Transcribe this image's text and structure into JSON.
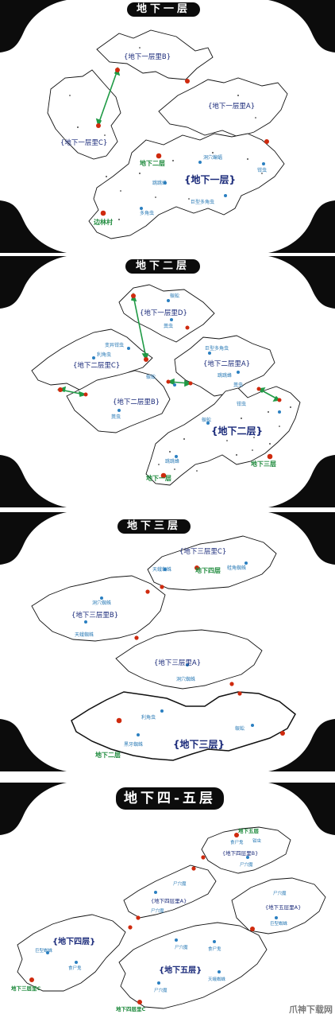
{
  "panels": [
    {
      "title": "地下一层",
      "regions": [
        "{地下一层里B}",
        "{地下一层里A}",
        "{地下一层里C}",
        "{地下一层}"
      ],
      "monsters": [
        "洞穴蝙蝠",
        "跳跳蜂",
        "钳虫",
        "巨型多角虫",
        "多角虫"
      ],
      "exits": [
        "地下二层",
        "边林村"
      ]
    },
    {
      "title": "地下二层",
      "regions": [
        "{地下一层里D}",
        "{地下二层里C}",
        "{地下二层里A}",
        "{地下二层里B}",
        "{地下二层}"
      ],
      "monsters": [
        "蜈蚣",
        "粪虫",
        "巨型多角虫",
        "利角虫",
        "变异钳虫",
        "跳跳蜂",
        "蜈蚣",
        "粪虫",
        "钳虫",
        "蜈蚣",
        "粪虫",
        "跳跳蜂"
      ],
      "exits": [
        "地下一层",
        "地下三层"
      ]
    },
    {
      "title": "地下三层",
      "regions": [
        "{地下三层里C}",
        "{地下三层里B}",
        "{地下三层里A}",
        "{地下三层}"
      ],
      "monsters": [
        "天蛾蜘蛛",
        "洞穴蜘蛛",
        "蛙角蜘蛛",
        "天蛾蜘蛛",
        "洞穴蜘蛛",
        "利角虫",
        "蜈蚣",
        "黑牙蜘蛛"
      ],
      "exits": [
        "地下四层",
        "地下二层"
      ]
    },
    {
      "title": "地下四-五层",
      "regions": [
        "{地下四层里B}",
        "{地下四层里A}",
        "{地下五层里A}",
        "{地下四层}",
        "{地下五层}"
      ],
      "monsters": [
        "食尸鬼",
        "尸穴魔",
        "钳虫",
        "尸穴魔",
        "尸穴魔",
        "尸穴魔",
        "巨型蜘蛛",
        "尸穴魔",
        "食尸鬼",
        "巨型蜘蛛",
        "食尸鬼",
        "尸穴魔",
        "天蛾蜘蛛"
      ],
      "exits": [
        "地下五层",
        "地下三层里C",
        "地下四层里C"
      ]
    }
  ],
  "brand": "爪神下载网",
  "colors": {
    "panel_black": "#0c0c0c",
    "region_text": "#1a2a7a",
    "monster_text": "#2b7bb6",
    "exit_text": "#1e8a3c",
    "exit_dot": "#cf2a0e",
    "monster_dot": "#2a7fc1",
    "connector": "#1f9a45"
  }
}
